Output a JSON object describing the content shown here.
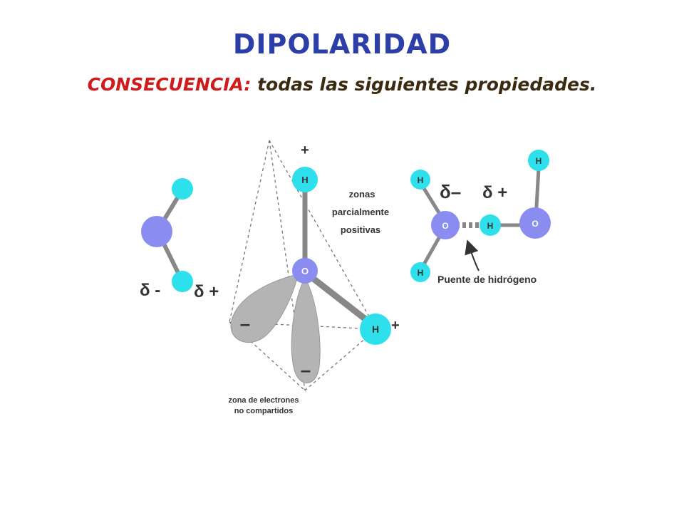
{
  "title": "DIPOLARIDAD",
  "subtitle": {
    "prefix": "CONSECUENCIA:",
    "rest": " todas las siguientes propiedades."
  },
  "colors": {
    "title": "#2c3ea8",
    "subtitle_prefix": "#d11a1a",
    "subtitle_rest": "#3c2a10",
    "hydrogen": "#2ee0ec",
    "oxygen": "#8b8cf0",
    "bond": "#888888",
    "lobe": "#b4b4b4",
    "label": "#333333"
  },
  "panel_left": {
    "delta_minus": "δ -",
    "delta_plus": "δ +"
  },
  "panel_middle": {
    "plus_top": "+",
    "plus_right": "+",
    "h_top": "H",
    "h_right": "H",
    "o_center": "O",
    "zone_pos_1": "zonas",
    "zone_pos_2": "parcialmente",
    "zone_pos_3": "positivas",
    "minus_left": "–",
    "minus_bottom": "–",
    "zone_neg_1": "zona de electrones",
    "zone_neg_2": "no compartidos"
  },
  "panel_right": {
    "h_top_left": "H",
    "h_bottom_left": "H",
    "o_left": "O",
    "h_bridge": "H",
    "o_right": "O",
    "h_top_right": "H",
    "delta_minus": "δ–",
    "delta_plus": "δ +",
    "bridge_label": "Puente de hidrógeno"
  }
}
